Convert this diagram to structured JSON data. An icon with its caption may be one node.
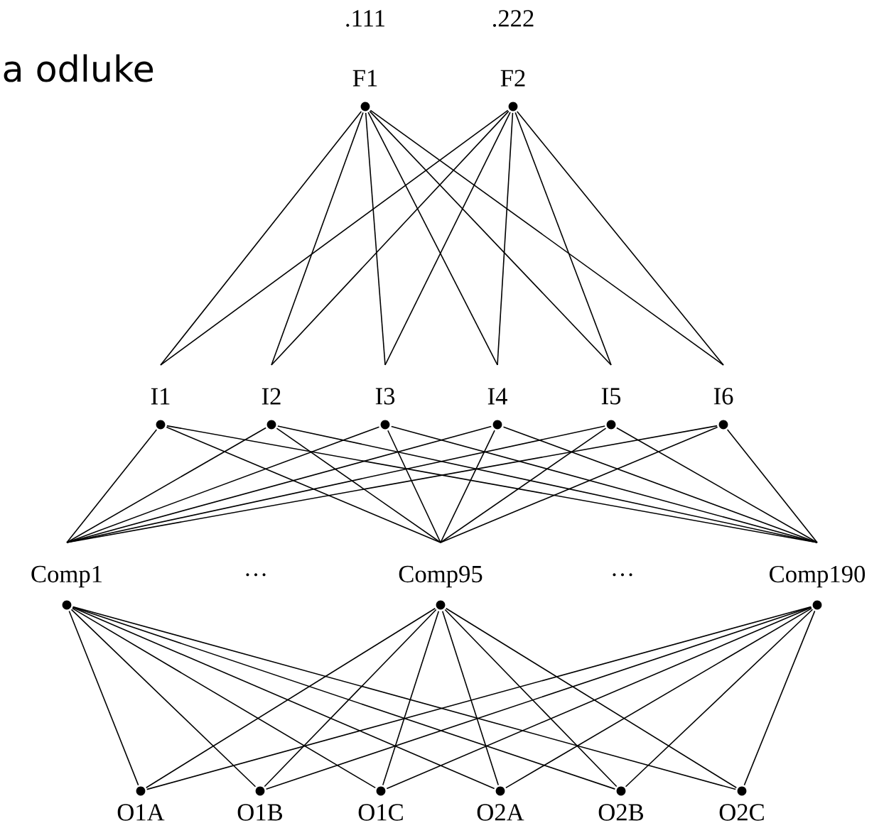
{
  "diagram": {
    "title": "a odluke",
    "nodes": [
      {
        "text": [
          "F1"
        ],
        "beside": [
          ".111"
        ]
      },
      {
        "text": [
          "F2"
        ],
        "beside": [
          ".222"
        ]
      },
      {
        "text": [
          "I1"
        ]
      },
      {
        "text": [
          "I2"
        ]
      },
      {
        "text": [
          "I3"
        ]
      },
      {
        "text": [
          "I4"
        ]
      },
      {
        "text": [
          "I5"
        ]
      },
      {
        "text": [
          "I6"
        ]
      },
      {
        "text": [
          "Comp1"
        ]
      },
      {
        "text": [
          "Comp95"
        ]
      },
      {
        "text": [
          "Comp190"
        ]
      },
      {
        "text": [
          "O1A"
        ]
      },
      {
        "text": [
          "O1B"
        ]
      },
      {
        "text": [
          "O1C"
        ]
      },
      {
        "text": [
          "O2A"
        ]
      },
      {
        "text": [
          "O2B"
        ]
      },
      {
        "text": [
          "O2C"
        ]
      }
    ],
    "edges": [
      {
        "from": 0,
        "to": 2,
        "arrow": "none"
      },
      {
        "from": 0,
        "to": 3,
        "arrow": "none"
      },
      {
        "from": 0,
        "to": 4,
        "arrow": "none"
      },
      {
        "from": 0,
        "to": 5,
        "arrow": "none"
      },
      {
        "from": 0,
        "to": 6,
        "arrow": "none"
      },
      {
        "from": 0,
        "to": 7,
        "arrow": "none"
      },
      {
        "from": 1,
        "to": 2,
        "arrow": "none"
      },
      {
        "from": 1,
        "to": 3,
        "arrow": "none"
      },
      {
        "from": 1,
        "to": 4,
        "arrow": "none"
      },
      {
        "from": 1,
        "to": 5,
        "arrow": "none"
      },
      {
        "from": 1,
        "to": 6,
        "arrow": "none"
      },
      {
        "from": 1,
        "to": 7,
        "arrow": "none"
      },
      {
        "from": 2,
        "to": 8,
        "arrow": "none"
      },
      {
        "from": 2,
        "to": 9,
        "arrow": "none"
      },
      {
        "from": 2,
        "to": 10,
        "arrow": "none"
      },
      {
        "from": 3,
        "to": 8,
        "arrow": "none"
      },
      {
        "from": 3,
        "to": 9,
        "arrow": "none"
      },
      {
        "from": 3,
        "to": 10,
        "arrow": "none"
      },
      {
        "from": 4,
        "to": 8,
        "arrow": "none"
      },
      {
        "from": 4,
        "to": 9,
        "arrow": "none"
      },
      {
        "from": 4,
        "to": 10,
        "arrow": "none"
      },
      {
        "from": 5,
        "to": 8,
        "arrow": "none"
      },
      {
        "from": 5,
        "to": 9,
        "arrow": "none"
      },
      {
        "from": 5,
        "to": 10,
        "arrow": "none"
      },
      {
        "from": 6,
        "to": 8,
        "arrow": "none"
      },
      {
        "from": 6,
        "to": 9,
        "arrow": "none"
      },
      {
        "from": 6,
        "to": 10,
        "arrow": "none"
      },
      {
        "from": 7,
        "to": 8,
        "arrow": "none"
      },
      {
        "from": 7,
        "to": 9,
        "arrow": "none"
      },
      {
        "from": 7,
        "to": 10,
        "arrow": "none"
      },
      {
        "from": 8,
        "to": 11,
        "arrow": "none"
      },
      {
        "from": 8,
        "to": 12,
        "arrow": "none"
      },
      {
        "from": 8,
        "to": 13,
        "arrow": "none"
      },
      {
        "from": 8,
        "to": 14,
        "arrow": "none"
      },
      {
        "from": 8,
        "to": 15,
        "arrow": "none"
      },
      {
        "from": 8,
        "to": 16,
        "arrow": "none"
      },
      {
        "from": 9,
        "to": 11,
        "arrow": "none"
      },
      {
        "from": 9,
        "to": 12,
        "arrow": "none"
      },
      {
        "from": 9,
        "to": 13,
        "arrow": "none"
      },
      {
        "from": 9,
        "to": 14,
        "arrow": "none"
      },
      {
        "from": 9,
        "to": 15,
        "arrow": "none"
      },
      {
        "from": 9,
        "to": 16,
        "arrow": "none"
      },
      {
        "from": 10,
        "to": 11,
        "arrow": "none"
      },
      {
        "from": 10,
        "to": 12,
        "arrow": "none"
      },
      {
        "from": 10,
        "to": 13,
        "arrow": "none"
      },
      {
        "from": 10,
        "to": 14,
        "arrow": "none"
      },
      {
        "from": 10,
        "to": 15,
        "arrow": "none"
      },
      {
        "from": 10,
        "to": 16,
        "arrow": "none"
      }
    ],
    "labels": [
      "···",
      "···"
    ]
  }
}
